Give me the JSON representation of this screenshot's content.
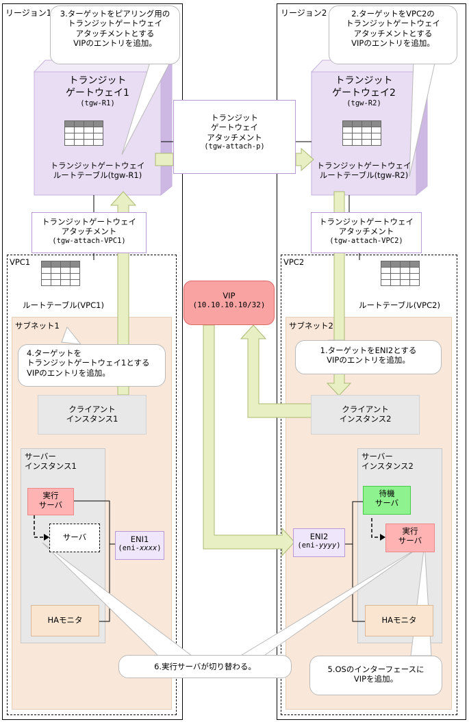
{
  "regions": [
    {
      "label": "リージョン1"
    },
    {
      "label": "リージョン2"
    }
  ],
  "tgw1": {
    "name_line1": "トランジット",
    "name_line2": "ゲートウェイ1",
    "id": "(tgw-R1)",
    "rt_line1": "トランジットゲートウェイ",
    "rt_line2": "ルートテーブル(tgw-R1)"
  },
  "tgw2": {
    "name_line1": "トランジット",
    "name_line2": "ゲートウェイ2",
    "id": "(tgw-R2)",
    "rt_line1": "トランジットゲートウェイ",
    "rt_line2": "ルートテーブル(tgw-R2)"
  },
  "peer_attach": {
    "line1": "トランジット",
    "line2": "ゲートウェイ",
    "line3": "アタッチメント",
    "id": "(tgw-attach-p)"
  },
  "attach_vpc1": {
    "line1": "トランジットゲートウェイ",
    "line2": "アタッチメント",
    "id": "(tgw-attach-VPC1)"
  },
  "attach_vpc2": {
    "line1": "トランジットゲートウェイ",
    "line2": "アタッチメント",
    "id": "(tgw-attach-VPC2)"
  },
  "vpc1": {
    "label": "VPC1",
    "route_table": "ルートテーブル(VPC1)",
    "subnet": "サブネット1"
  },
  "vpc2": {
    "label": "VPC2",
    "route_table": "ルートテーブル(VPC2)",
    "subnet": "サブネット2"
  },
  "vip": {
    "line1": "VIP",
    "line2": "(10.10.10.10/32)"
  },
  "client1": {
    "line1": "クライアント",
    "line2": "インスタンス1"
  },
  "client2": {
    "line1": "クライアント",
    "line2": "インスタンス2"
  },
  "server1": {
    "line1": "サーバー",
    "line2": "インスタンス1",
    "active_l1": "実行",
    "active_l2": "サーバ",
    "standby_label": "サーバ",
    "ha": "HAモニタ"
  },
  "server2": {
    "line1": "サーバー",
    "line2": "インスタンス2",
    "standby_l1": "待機",
    "standby_l2": "サーバ",
    "active_l1": "実行",
    "active_l2": "サーバ",
    "ha": "HAモニタ"
  },
  "eni1": {
    "name": "ENI1",
    "id_prefix": "(eni-",
    "id_var": "xxxx",
    "id_suffix": ")"
  },
  "eni2": {
    "name": "ENI2",
    "id_prefix": "(eni-",
    "id_var": "yyyy",
    "id_suffix": ")"
  },
  "notes": {
    "n1": {
      "line1": "1.ターゲットをENI2とする",
      "line2": "VIPのエントリを追加。"
    },
    "n2": {
      "line1": "2.ターゲットをVPC2の",
      "line2": "トランジットゲートウェイ",
      "line3": "アタッチメントとする",
      "line4": "VIPのエントリを追加。"
    },
    "n3": {
      "line1": "3.ターゲットをピアリング用の",
      "line2": "トランジットゲートウェイ",
      "line3": "アタッチメントとする",
      "line4": "VIPのエントリを追加。"
    },
    "n4": {
      "line1": "4.ターゲットを",
      "line2": "トランジットゲートウェイ1とする",
      "line3": "VIPのエントリを追加。"
    },
    "n5": {
      "line1": "5.OSのインターフェースに",
      "line2": "VIPを追加。"
    },
    "n6": {
      "line1": "6.実行サーバが切り替わる。"
    }
  },
  "colors": {
    "arrow_fill": "#e8efc2",
    "arrow_stroke": "#a9b873",
    "tgw_top": "#f1ebf8",
    "tgw_side": "#cdb8e3"
  }
}
